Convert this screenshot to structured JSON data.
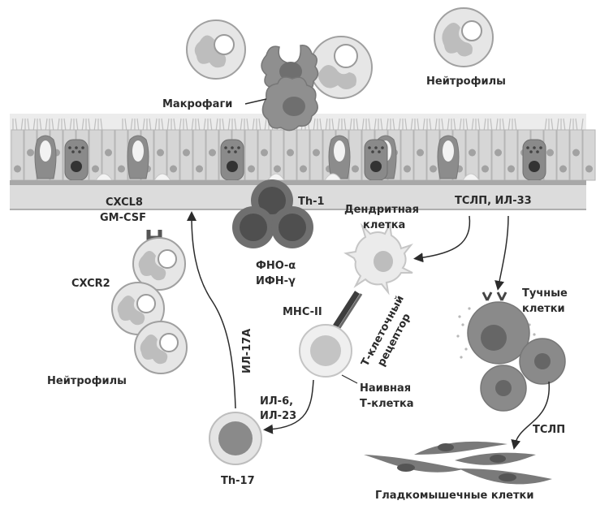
{
  "diagram": {
    "subject": "Airway epithelium inflammation pathways",
    "colors": {
      "epithelium": "#c9c9c9",
      "basement": "#d9d9d9",
      "cell_dark": "#6a6a6a",
      "cell_mid": "#8c8c8c",
      "cell_light": "#e3e3e3",
      "ink": "#2b2b2b"
    },
    "labels": {
      "macrophages": "Макрофаги",
      "neutrophils_top": "Нейтрофилы",
      "cxcl8": "CXCL8",
      "gm_csf": "GM-CSF",
      "th1": "Th-1",
      "tnf_alpha": "ФНО-α",
      "ifn_gamma": "ИФН-γ",
      "tslp_il33": "ТСЛП, ИЛ-33",
      "dendritic_line1": "Дендритная",
      "dendritic_line2": "клетка",
      "cxcr2": "CXCR2",
      "neutrophils_left": "Нейтрофилы",
      "il17a": "ИЛ-17А",
      "mhc2": "MHC-II",
      "tcr_line1": "Т-клеточный",
      "tcr_line2": "рецептор",
      "naive_line1": "Наивная",
      "naive_line2": "Т-клетка",
      "il6": "ИЛ-6,",
      "il23": "ИЛ-23",
      "th17": "Th-17",
      "mast_line1": "Тучные",
      "mast_line2": "клетки",
      "tslp": "ТСЛП",
      "smooth_muscle": "Гладкомышечные клетки"
    }
  }
}
